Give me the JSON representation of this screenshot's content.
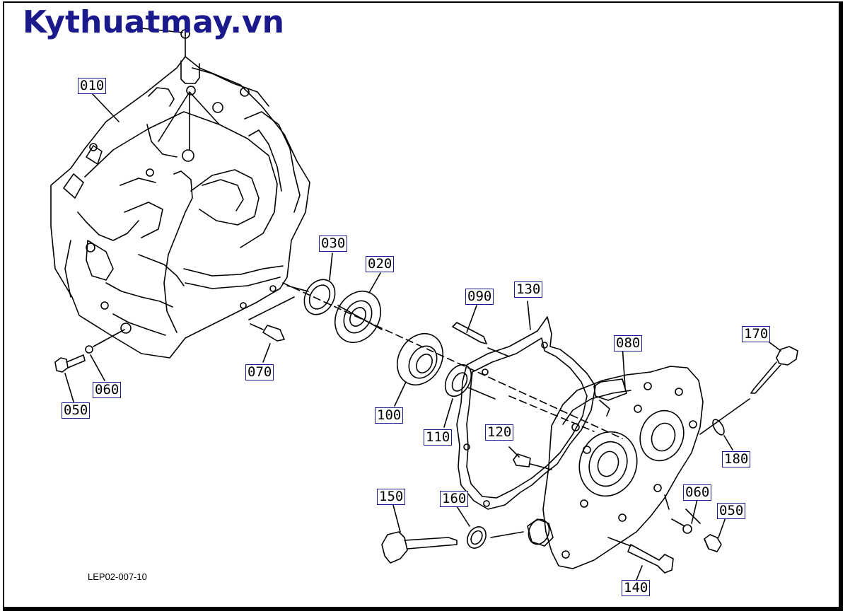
{
  "brand": "Kythuatmay.vn",
  "drawing_code": "LEP02-007-10",
  "parts": [
    {
      "id": "p010",
      "label": "010"
    },
    {
      "id": "p020",
      "label": "020"
    },
    {
      "id": "p030",
      "label": "030"
    },
    {
      "id": "p050a",
      "label": "050"
    },
    {
      "id": "p050b",
      "label": "050"
    },
    {
      "id": "p060a",
      "label": "060"
    },
    {
      "id": "p060b",
      "label": "060"
    },
    {
      "id": "p070",
      "label": "070"
    },
    {
      "id": "p080",
      "label": "080"
    },
    {
      "id": "p090",
      "label": "090"
    },
    {
      "id": "p100",
      "label": "100"
    },
    {
      "id": "p110",
      "label": "110"
    },
    {
      "id": "p120",
      "label": "120"
    },
    {
      "id": "p130",
      "label": "130"
    },
    {
      "id": "p140",
      "label": "140"
    },
    {
      "id": "p150",
      "label": "150"
    },
    {
      "id": "p160",
      "label": "160"
    },
    {
      "id": "p170",
      "label": "170"
    },
    {
      "id": "p180",
      "label": "180"
    }
  ]
}
